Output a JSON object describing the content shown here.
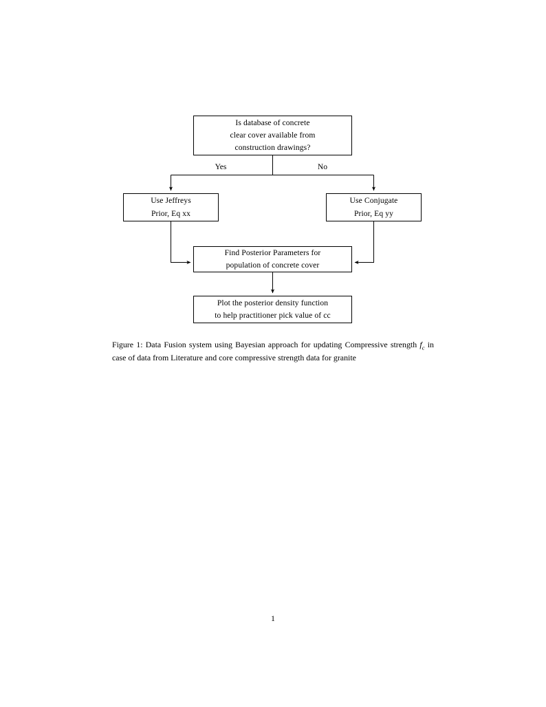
{
  "document": {
    "page_number": "1",
    "background_color": "#ffffff",
    "ink_color": "#000000"
  },
  "figure": {
    "caption": {
      "label": "Figure 1:",
      "text_before_var": "Data Fusion system using Bayesian approach for updating Compressive strength",
      "variable": "f",
      "variable_subscript": "c",
      "text_after_var": "in case of data from Literature and core compressive strength data for granite",
      "full_text": "Figure 1: Data Fusion system using Bayesian approach for updating Compressive strength fc in case of data from Literature and core compressive strength data for granite"
    },
    "diagram": {
      "type": "flowchart",
      "nodes": [
        {
          "id": "question",
          "shape": "rectangle",
          "lines": [
            "Is database of concrete",
            "clear cover available from",
            "construction drawings?"
          ]
        },
        {
          "id": "jeffreys",
          "shape": "rectangle",
          "lines": [
            "Use Jeffreys",
            "Prior, Eq xx"
          ]
        },
        {
          "id": "conjugate",
          "shape": "rectangle",
          "lines": [
            "Use Conjugate",
            "Prior, Eq yy"
          ]
        },
        {
          "id": "posterior",
          "shape": "rectangle",
          "lines": [
            "Find Posterior Parameters for",
            "population of concrete cover"
          ]
        },
        {
          "id": "plot",
          "shape": "rectangle",
          "lines": [
            "Plot the posterior density function",
            "to help practitioner pick value of cc"
          ]
        }
      ],
      "edge_labels": {
        "yes": "Yes",
        "no": "No"
      },
      "edges": [
        {
          "from": "question",
          "to": "jeffreys",
          "label": "Yes"
        },
        {
          "from": "question",
          "to": "conjugate",
          "label": "No"
        },
        {
          "from": "jeffreys",
          "to": "posterior",
          "label": ""
        },
        {
          "from": "conjugate",
          "to": "posterior",
          "label": ""
        },
        {
          "from": "posterior",
          "to": "plot",
          "label": ""
        }
      ]
    }
  }
}
